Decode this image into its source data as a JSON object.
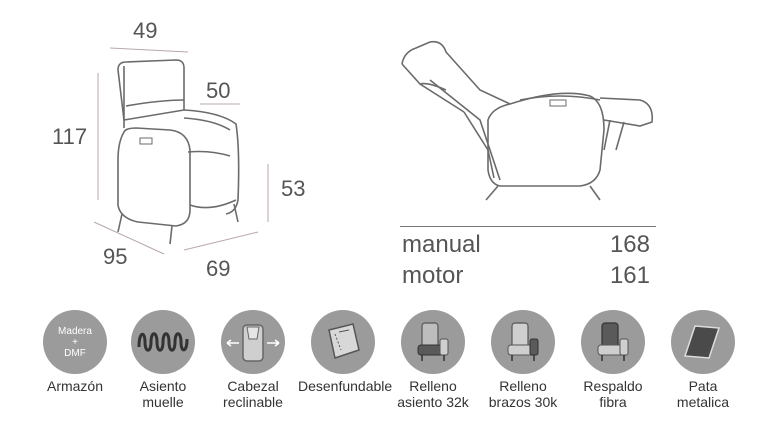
{
  "dimensions": {
    "width": "49",
    "back_depth": "50",
    "height": "117",
    "seat_height": "53",
    "depth": "95",
    "seat_depth": "69"
  },
  "specs": [
    {
      "label": "manual",
      "value": "168"
    },
    {
      "label": "motor",
      "value": "161"
    }
  ],
  "features": [
    {
      "label_lines": [
        "Armazón"
      ],
      "icon": "frame-material-icon",
      "icon_text": [
        "Madera",
        "+",
        "DMF"
      ]
    },
    {
      "label_lines": [
        "Asiento",
        "muelle"
      ],
      "icon": "spring-icon"
    },
    {
      "label_lines": [
        "Cabezal",
        "reclinable"
      ],
      "icon": "reclining-headrest-icon"
    },
    {
      "label_lines": [
        "Desenfundable"
      ],
      "icon": "removable-cover-icon"
    },
    {
      "label_lines": [
        "Relleno",
        "asiento 32k"
      ],
      "icon": "seat-filling-icon"
    },
    {
      "label_lines": [
        "Relleno",
        "brazos 30k"
      ],
      "icon": "arm-filling-icon"
    },
    {
      "label_lines": [
        "Respaldo",
        "fibra"
      ],
      "icon": "fiber-backrest-icon"
    },
    {
      "label_lines": [
        "Pata",
        "metalica"
      ],
      "icon": "metal-leg-icon"
    }
  ],
  "colors": {
    "line": "#6b6b6b",
    "dimension_line": "#b9a8a8",
    "icon_circle": "#9b9b9b"
  }
}
